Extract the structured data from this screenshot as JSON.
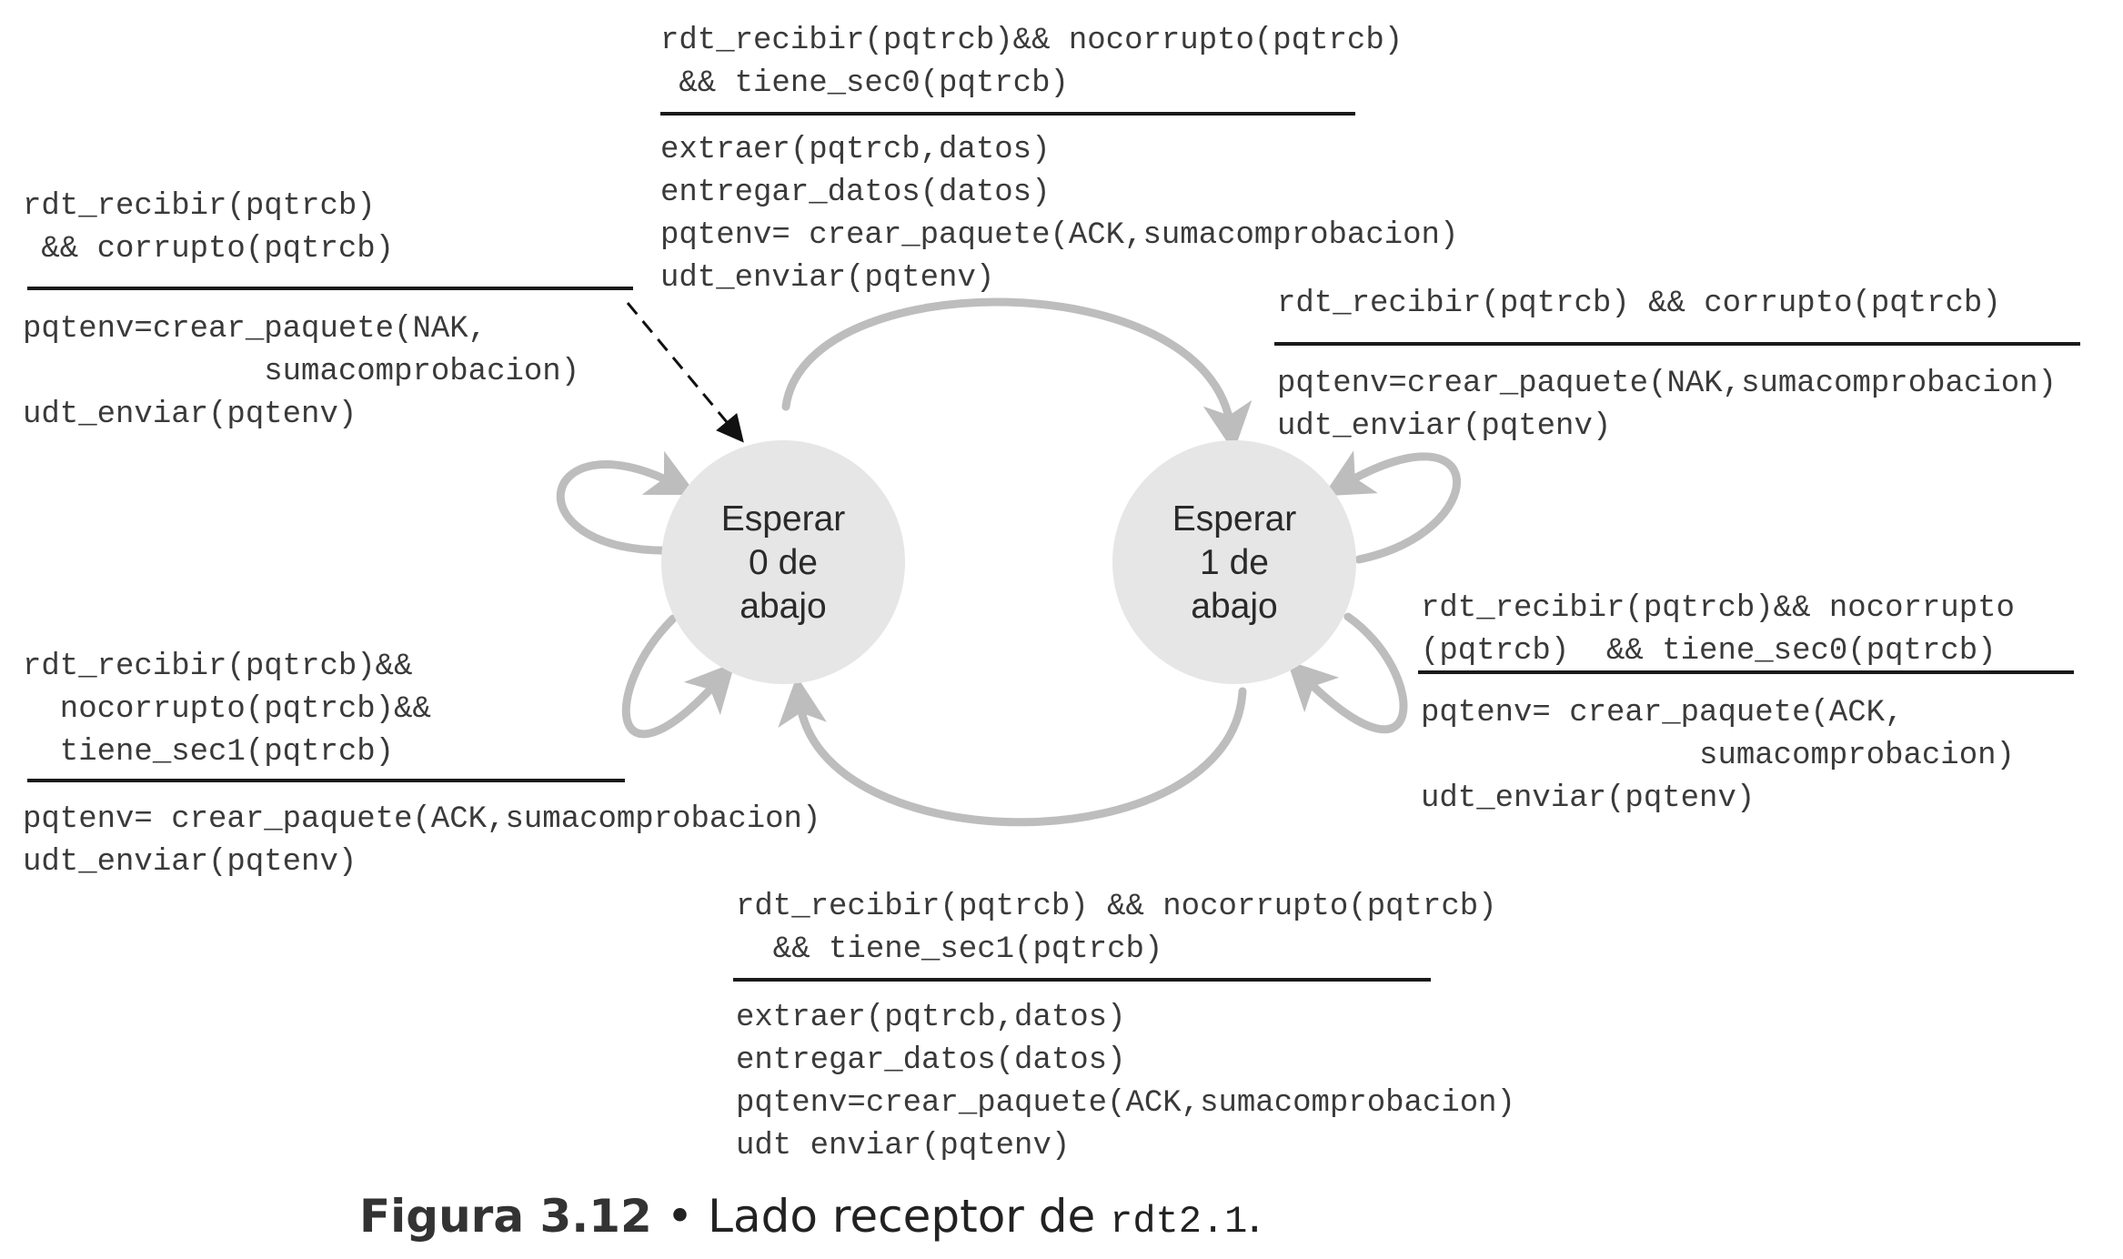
{
  "states": [
    {
      "id": "s0",
      "label_lines": [
        "Esperar",
        "0 de",
        "abajo"
      ]
    },
    {
      "id": "s1",
      "label_lines": [
        "Esperar",
        "1 de",
        "abajo"
      ]
    }
  ],
  "transitions": {
    "s0_to_s1": {
      "event": [
        "rdt_recibir(pqtrcb)&& nocorrupto(pqtrcb)",
        " && tiene_sec0(pqtrcb)"
      ],
      "actions": [
        "extraer(pqtrcb,datos)",
        "entregar_datos(datos)",
        "pqtenv= crear_paquete(ACK,sumacomprobacion)",
        "udt_enviar(pqtenv)"
      ]
    },
    "s0_corrupt": {
      "event": [
        "rdt_recibir(pqtrcb)",
        " && corrupto(pqtrcb)"
      ],
      "actions": [
        "pqtenv=crear_paquete(NAK,",
        "             sumacomprobacion)",
        "udt_enviar(pqtenv)"
      ]
    },
    "s1_corrupt": {
      "event": [
        "rdt_recibir(pqtrcb) && corrupto(pqtrcb)"
      ],
      "actions": [
        "pqtenv=crear_paquete(NAK,sumacomprobacion)",
        "udt_enviar(pqtenv)"
      ]
    },
    "s1_sec0": {
      "event": [
        "rdt_recibir(pqtrcb)&& nocorrupto",
        "(pqtrcb)  && tiene_sec0(pqtrcb)"
      ],
      "actions": [
        "pqtenv= crear_paquete(ACK,",
        "               sumacomprobacion)",
        "udt_enviar(pqtenv)"
      ]
    },
    "s0_sec1": {
      "event": [
        "rdt_recibir(pqtrcb)&&",
        "  nocorrupto(pqtrcb)&&",
        "  tiene_sec1(pqtrcb)"
      ],
      "actions": [
        "pqtenv= crear_paquete(ACK,sumacomprobacion)",
        "udt_enviar(pqtenv)"
      ]
    },
    "s1_to_s0": {
      "event": [
        "rdt_recibir(pqtrcb) && nocorrupto(pqtrcb)",
        "  && tiene_sec1(pqtrcb)"
      ],
      "actions": [
        "extraer(pqtrcb,datos)",
        "entregar_datos(datos)",
        "pqtenv=crear_paquete(ACK,sumacomprobacion)",
        "udt enviar(pqtenv)"
      ]
    }
  },
  "caption": {
    "figure": "Figura 3.12",
    "bullet": "•",
    "text": "Lado receptor de ",
    "code": "rdt2.1",
    "end": "."
  },
  "colors": {
    "state_fill": "#e6e6e6",
    "arrow": "#bdbdbd",
    "rule": "#1a1a1a",
    "text": "#3a3a3a"
  }
}
